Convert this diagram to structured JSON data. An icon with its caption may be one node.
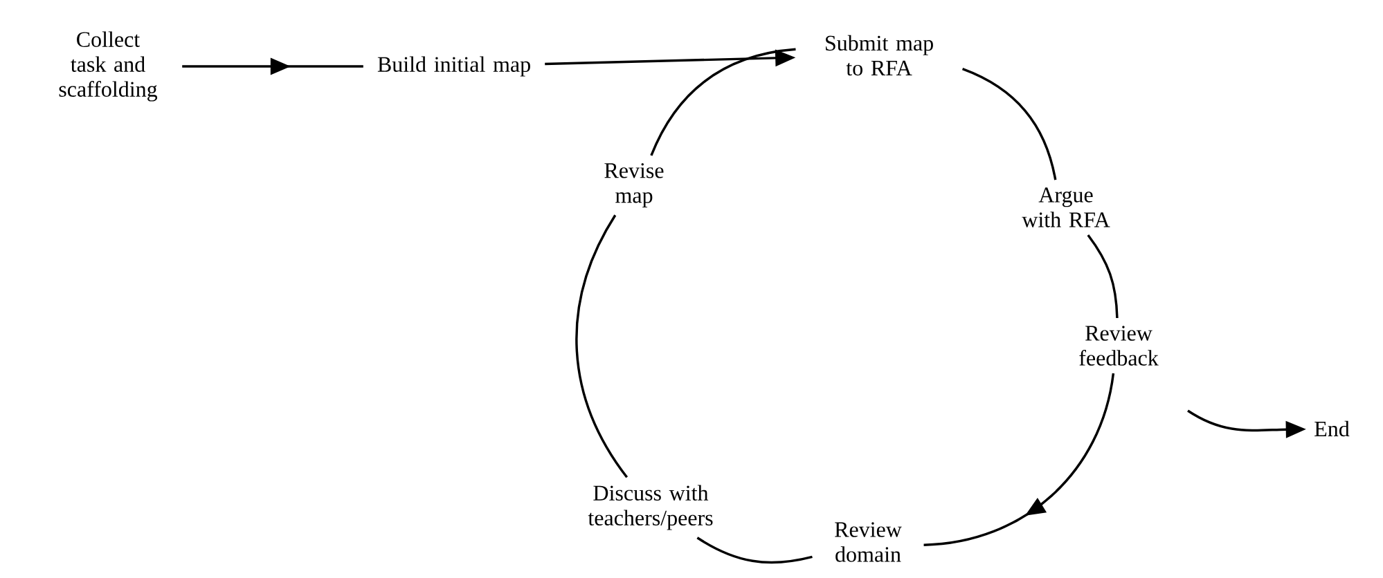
{
  "diagram": {
    "nodes": [
      {
        "text": [
          "Collect task and scaffolding"
        ]
      },
      {
        "text": [
          "Build initial map"
        ]
      },
      {
        "text": [
          "Submit map to RFA"
        ]
      },
      {
        "text": [
          "Argue with RFA"
        ]
      },
      {
        "text": [
          "Review feedback"
        ]
      },
      {
        "text": [
          "Review domain"
        ]
      },
      {
        "text": [
          "Discuss with teachers/peers"
        ]
      },
      {
        "text": [
          "Revise map"
        ]
      },
      {
        "text": [
          "End"
        ]
      }
    ],
    "edges": [
      {
        "from": 0,
        "to": 1,
        "arrow": "to"
      },
      {
        "from": 1,
        "to": 2,
        "arrow": "to"
      },
      {
        "from": 2,
        "to": 3,
        "arrow": "none"
      },
      {
        "from": 3,
        "to": 4,
        "arrow": "none"
      },
      {
        "from": 4,
        "to": 5,
        "arrow": "to"
      },
      {
        "from": 5,
        "to": 6,
        "arrow": "none"
      },
      {
        "from": 6,
        "to": 7,
        "arrow": "none"
      },
      {
        "from": 7,
        "to": 2,
        "arrow": "none"
      },
      {
        "from": null,
        "to": 8,
        "arrow": "to"
      }
    ]
  }
}
